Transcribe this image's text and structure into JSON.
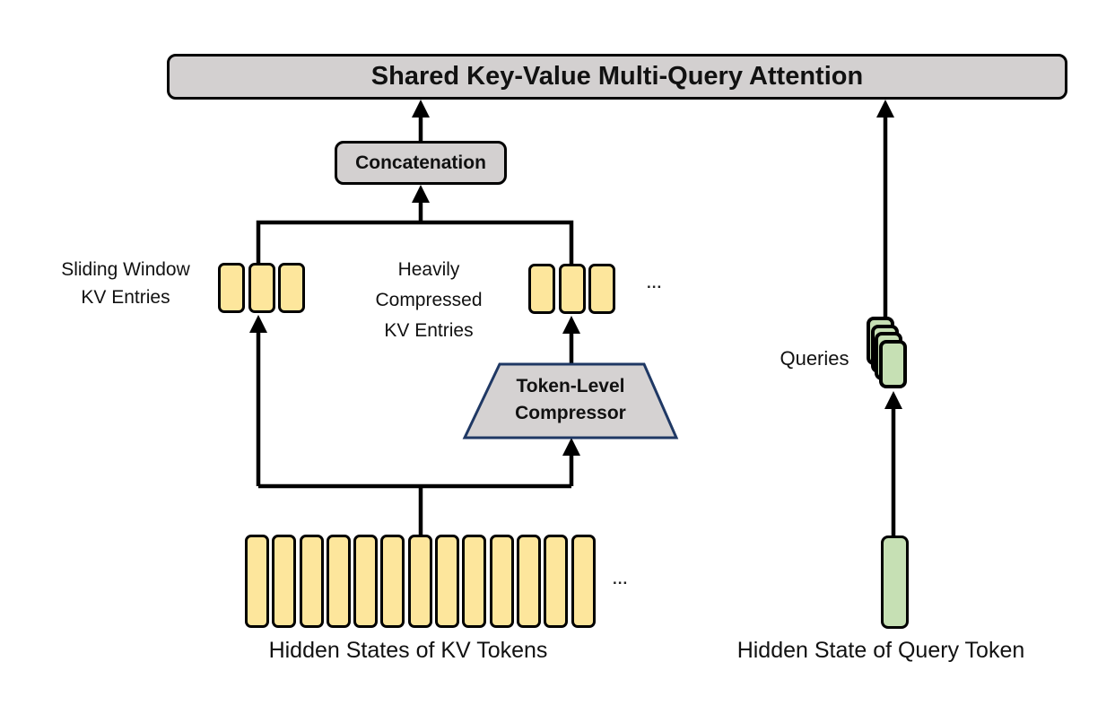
{
  "diagram": {
    "title": "Shared Key-Value Multi-Query Attention",
    "concat_label": "Concatenation",
    "compressor_label": "Token-Level\nCompressor",
    "labels": {
      "sliding_window": "Sliding Window\nKV Entries",
      "heavily_compressed": "Heavily\nCompressed\nKV Entries",
      "queries": "Queries",
      "kv_tokens": "Hidden States of KV Tokens",
      "query_token": "Hidden State of Query Token",
      "ellipsis_entries": "...",
      "ellipsis_tokens": "..."
    },
    "counts": {
      "sliding_window_entries": 3,
      "compressed_entries": 3,
      "kv_tokens": 13,
      "query_stack": 4
    },
    "colors": {
      "box_gray": "#d3d0d0",
      "kv_yellow": "#fde69c",
      "query_green": "#c6e0b4",
      "line_black": "#000000",
      "compressor_border": "#1f3864",
      "compressor_fill": "#d5d2d2"
    }
  }
}
